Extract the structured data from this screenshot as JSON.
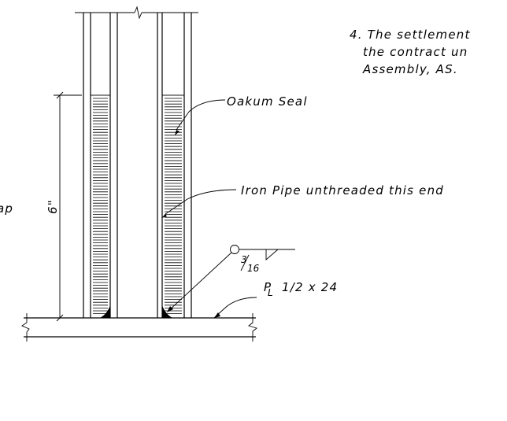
{
  "note": {
    "line1": "4. The settlement",
    "line2": "the contract un",
    "line3": "Assembly, AS."
  },
  "labels": {
    "oakum_seal": "Oakum Seal",
    "iron_pipe": "Iron Pipe unthreaded this end",
    "cap": "ap",
    "height_dimension": "6\"",
    "weld_size_num": "3",
    "weld_size_den": "16",
    "plate_symbol": "P",
    "plate_symbol_sub": "L",
    "plate_spec": "1/2 x 24"
  },
  "colors": {
    "line": "#000000",
    "background": "#ffffff"
  }
}
